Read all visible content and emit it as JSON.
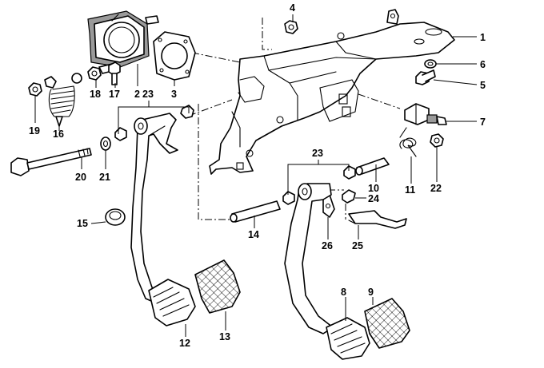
{
  "callouts": {
    "c1": "1",
    "c2": "2",
    "c3": "3",
    "c4": "4",
    "c5": "5",
    "c6": "6",
    "c7": "7",
    "c8": "8",
    "c9": "9",
    "c10": "10",
    "c11": "11",
    "c12": "12",
    "c13": "13",
    "c14": "14",
    "c15": "15",
    "c16": "16",
    "c17": "17",
    "c18": "18",
    "c19": "19",
    "c20": "20",
    "c21": "21",
    "c22": "22",
    "c23a": "23",
    "c23b": "23",
    "c24": "24",
    "c25": "25",
    "c26": "26"
  },
  "colors": {
    "line": "#000000",
    "fill": "#ffffff",
    "shade": "#9a9a9a"
  }
}
